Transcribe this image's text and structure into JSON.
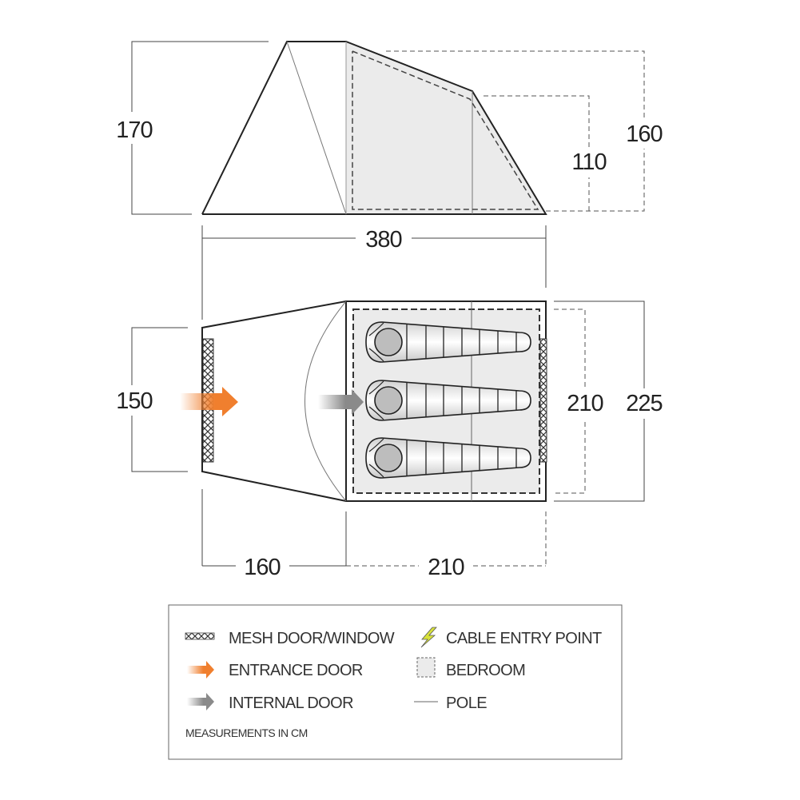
{
  "side_view": {
    "height_total": "170",
    "bedroom_height": "160",
    "rear_height": "110",
    "length_total": "380"
  },
  "floor_plan": {
    "porch_width": "150",
    "bedroom_inner_width": "210",
    "bedroom_outer_width": "225",
    "porch_length": "160",
    "bedroom_length": "210",
    "sleeping_bags": 3
  },
  "legend": {
    "mesh": "MESH DOOR/WINDOW",
    "entrance": "ENTRANCE DOOR",
    "internal": "INTERNAL DOOR",
    "cable": "CABLE ENTRY POINT",
    "bedroom": "BEDROOM",
    "pole": "POLE",
    "note": "MEASUREMENTS IN CM"
  },
  "colors": {
    "entrance_arrow": "#f07f2e",
    "internal_arrow": "#8a8a8a",
    "bedroom_fill": "#ebebeb",
    "cable_icon": "#d8e23a"
  }
}
